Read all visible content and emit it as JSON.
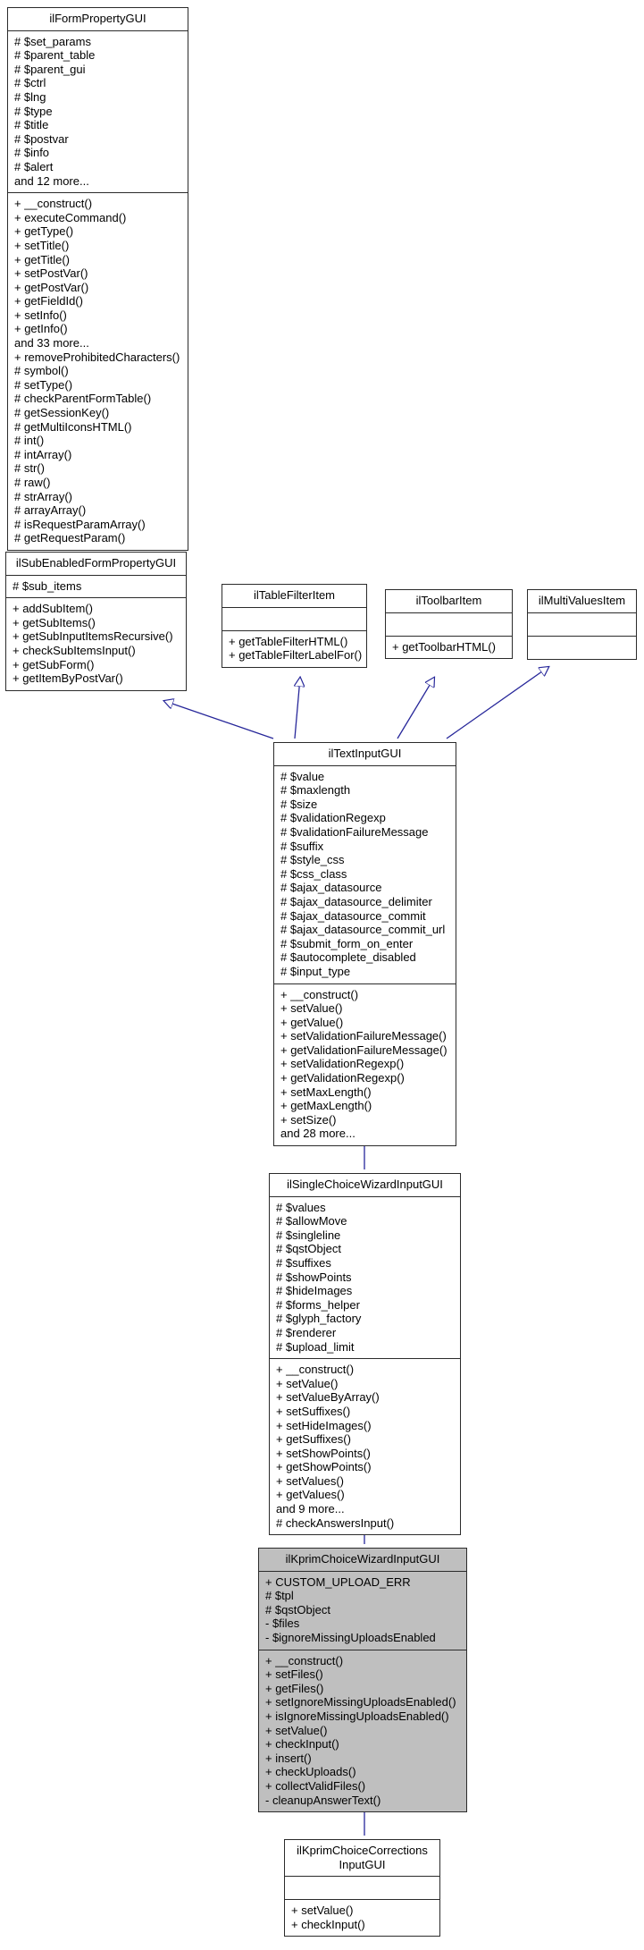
{
  "diagram": {
    "kind": "uml-class-inheritance-diagram",
    "title": "ilKprimChoiceCorrectionsInputGUI inheritance diagram",
    "edge_color": "#27279a",
    "node_border_color": "#2b2b2b",
    "node_fill_default": "#ffffff",
    "node_fill_highlight": "#bfbfbf"
  },
  "nodes": {
    "ilFormPropertyGUI": {
      "name": "ilFormPropertyGUI",
      "attributes": [
        "# $set_params",
        "# $parent_table",
        "# $parent_gui",
        "# $ctrl",
        "# $lng",
        "# $type",
        "# $title",
        "# $postvar",
        "# $info",
        "# $alert",
        "and 12 more..."
      ],
      "operations": [
        "+ __construct()",
        "+ executeCommand()",
        "+ getType()",
        "+ setTitle()",
        "+ getTitle()",
        "+ setPostVar()",
        "+ getPostVar()",
        "+ getFieldId()",
        "+ setInfo()",
        "+ getInfo()",
        "and 33 more...",
        "+ removeProhibitedCharacters()",
        "# symbol()",
        "# setType()",
        "# checkParentFormTable()",
        "# getSessionKey()",
        "# getMultiIconsHTML()",
        "# int()",
        "# intArray()",
        "# str()",
        "# raw()",
        "# strArray()",
        "# arrayArray()",
        "# isRequestParamArray()",
        "# getRequestParam()"
      ]
    },
    "ilSubEnabledFormPropertyGUI": {
      "name": "ilSubEnabledFormPropertyGUI",
      "attributes": [
        "# $sub_items"
      ],
      "operations": [
        "+ addSubItem()",
        "+ getSubItems()",
        "+ getSubInputItemsRecursive()",
        "+ checkSubItemsInput()",
        "+ getSubForm()",
        "+ getItemByPostVar()"
      ]
    },
    "ilTableFilterItem": {
      "name": "ilTableFilterItem",
      "attributes": [],
      "operations": [
        "+ getTableFilterHTML()",
        "+ getTableFilterLabelFor()"
      ]
    },
    "ilToolbarItem": {
      "name": "ilToolbarItem",
      "attributes": [],
      "operations": [
        "+ getToolbarHTML()"
      ]
    },
    "ilMultiValuesItem": {
      "name": "ilMultiValuesItem",
      "attributes": [],
      "operations": []
    },
    "ilTextInputGUI": {
      "name": "ilTextInputGUI",
      "attributes": [
        "# $value",
        "# $maxlength",
        "# $size",
        "# $validationRegexp",
        "# $validationFailureMessage",
        "# $suffix",
        "# $style_css",
        "# $css_class",
        "# $ajax_datasource",
        "# $ajax_datasource_delimiter",
        "# $ajax_datasource_commit",
        "# $ajax_datasource_commit_url",
        "# $submit_form_on_enter",
        "# $autocomplete_disabled",
        "# $input_type"
      ],
      "operations": [
        "+ __construct()",
        "+ setValue()",
        "+ getValue()",
        "+ setValidationFailureMessage()",
        "+ getValidationFailureMessage()",
        "+ setValidationRegexp()",
        "+ getValidationRegexp()",
        "+ setMaxLength()",
        "+ getMaxLength()",
        "+ setSize()",
        "and 28 more..."
      ]
    },
    "ilSingleChoiceWizardInputGUI": {
      "name": "ilSingleChoiceWizardInputGUI",
      "attributes": [
        "# $values",
        "# $allowMove",
        "# $singleline",
        "# $qstObject",
        "# $suffixes",
        "# $showPoints",
        "# $hideImages",
        "# $forms_helper",
        "# $glyph_factory",
        "# $renderer",
        "# $upload_limit"
      ],
      "operations": [
        "+ __construct()",
        "+ setValue()",
        "+ setValueByArray()",
        "+ setSuffixes()",
        "+ setHideImages()",
        "+ getSuffixes()",
        "+ setShowPoints()",
        "+ getShowPoints()",
        "+ setValues()",
        "+ getValues()",
        "and 9 more...",
        "# checkAnswersInput()"
      ]
    },
    "ilKprimChoiceWizardInputGUI": {
      "name": "ilKprimChoiceWizardInputGUI",
      "attributes": [
        "+ CUSTOM_UPLOAD_ERR",
        "# $tpl",
        "# $qstObject",
        "- $files",
        "- $ignoreMissingUploadsEnabled"
      ],
      "operations": [
        "+ __construct()",
        "+ setFiles()",
        "+ getFiles()",
        "+ setIgnoreMissingUploadsEnabled()",
        "+ isIgnoreMissingUploadsEnabled()",
        "+ setValue()",
        "+ checkInput()",
        "+ insert()",
        "+ checkUploads()",
        "+ collectValidFiles()",
        "- cleanupAnswerText()"
      ]
    },
    "ilKprimChoiceCorrectionsInputGUI": {
      "name": "ilKprimChoiceCorrections\nInputGUI",
      "attributes": [],
      "operations": [
        "+ setValue()",
        "+ checkInput()"
      ]
    }
  }
}
